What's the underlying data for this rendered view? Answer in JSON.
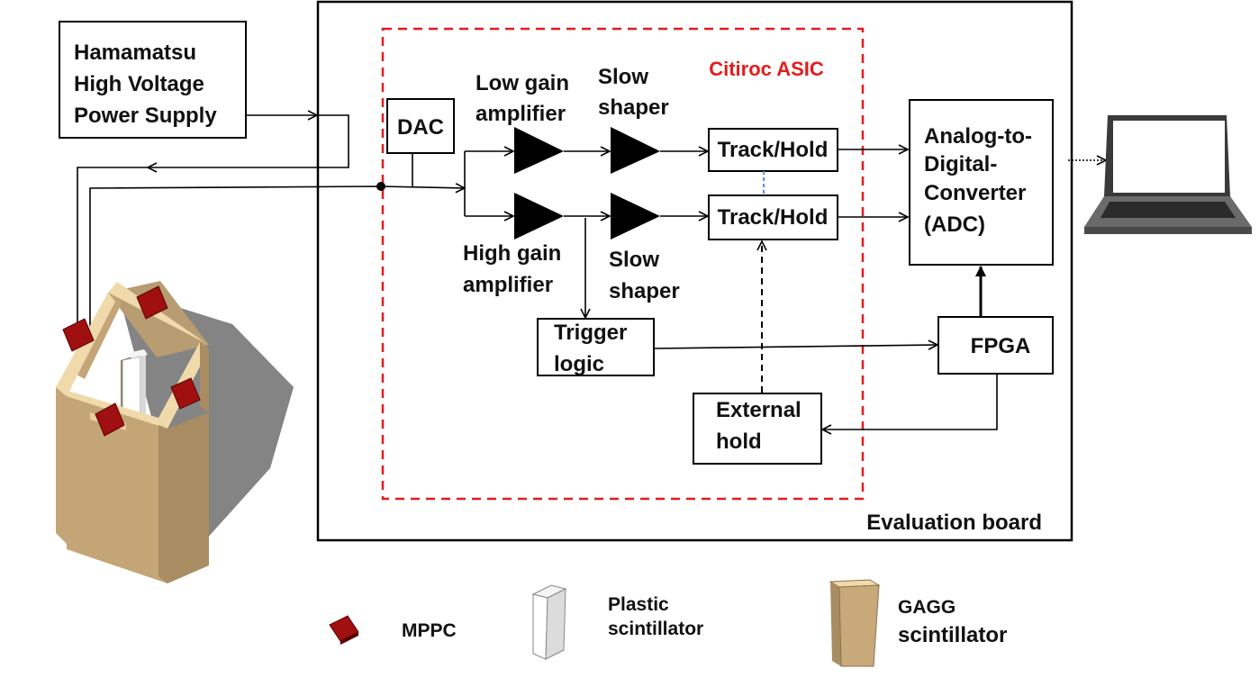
{
  "blocks": {
    "hv_supply": [
      "Hamamatsu",
      "High Voltage",
      "Power Supply"
    ],
    "dac": "DAC",
    "low_gain_amp": [
      "Low gain",
      "amplifier"
    ],
    "high_gain_amp": [
      "High gain",
      "amplifier"
    ],
    "slow_shaper_top": [
      "Slow",
      "shaper"
    ],
    "slow_shaper_bottom": [
      "Slow",
      "shaper"
    ],
    "track_hold_top": "Track/Hold",
    "track_hold_bottom": "Track/Hold",
    "trigger_logic": [
      "Trigger",
      "logic"
    ],
    "external_hold": [
      "External",
      "hold"
    ],
    "adc": [
      "Analog-to-",
      "Digital-",
      "Converter",
      "(ADC)"
    ],
    "fpga": "FPGA",
    "asic_label": "Citiroc ASIC",
    "board_label": "Evaluation board"
  },
  "legend": {
    "mppc": "MPPC",
    "plastic": [
      "Plastic",
      "scintillator"
    ],
    "gagg": [
      "GAGG",
      "scintillator"
    ]
  },
  "colors": {
    "asic_border": "#e21d1d",
    "mppc": "#a01010",
    "gagg": "#c8a97a",
    "gagg_edge": "#f2d9a8",
    "link": "#5b8fd6"
  },
  "icons": [
    "laptop-icon",
    "detector-module-icon",
    "mppc-icon",
    "plastic-scintillator-icon",
    "gagg-scintillator-icon"
  ]
}
